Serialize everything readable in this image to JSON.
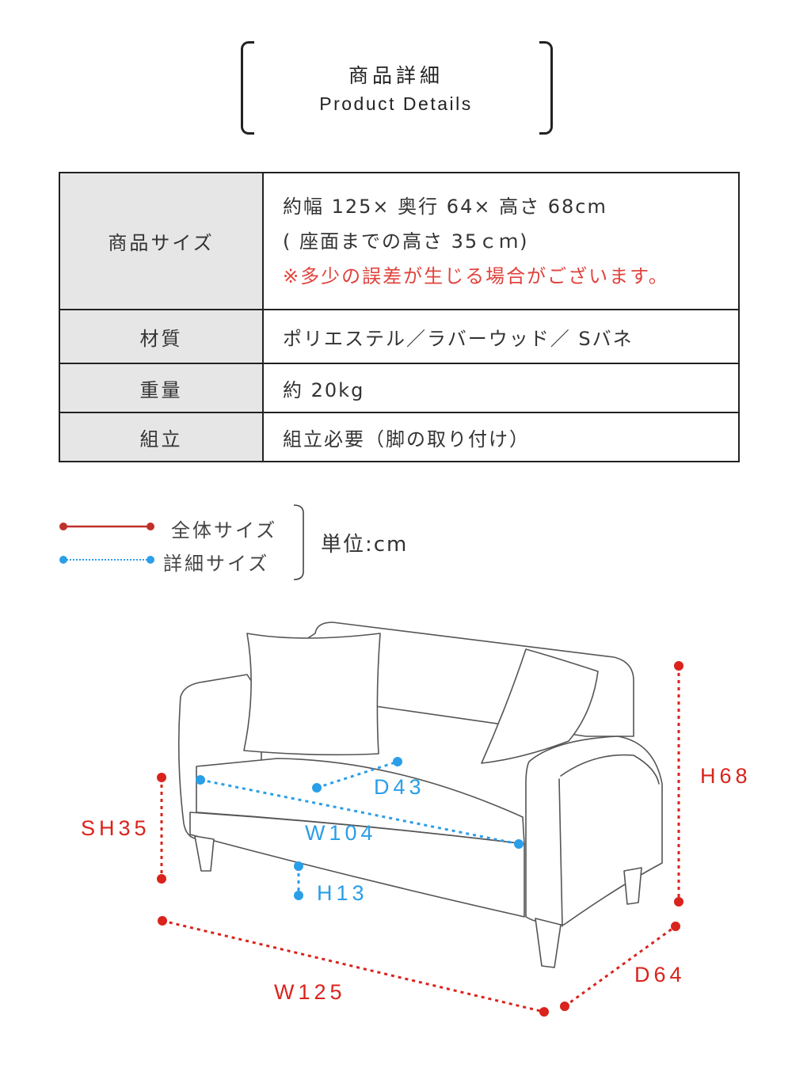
{
  "header": {
    "title_jp": "商品詳細",
    "title_en": "Product Details"
  },
  "specs": {
    "size": {
      "label": "商品サイズ",
      "line1": "約幅 125× 奥行 64× 高さ 68cm",
      "line2": "( 座面までの高さ 35ｃｍ)",
      "note": "※多少の誤差が生じる場合がございます。"
    },
    "material": {
      "label": "材質",
      "value": "ポリエステル／ラバーウッド／ Sバネ"
    },
    "weight": {
      "label": "重量",
      "value": "約 20kg"
    },
    "assembly": {
      "label": "組立",
      "value": "組立必要（脚の取り付け）"
    }
  },
  "legend": {
    "overall": "全体サイズ",
    "detail": "詳細サイズ",
    "unit": "単位:cm",
    "colors": {
      "overall": "#c0302a",
      "detail": "#2b9ee8"
    }
  },
  "dimensions": {
    "overall": {
      "height": "H68",
      "seat_height": "SH35",
      "width": "W125",
      "depth": "D64"
    },
    "detail": {
      "seat_depth": "D43",
      "seat_width": "W104",
      "leg_height": "H13"
    },
    "colors": {
      "overall": "#d9231c",
      "detail": "#2b9ee8"
    }
  }
}
